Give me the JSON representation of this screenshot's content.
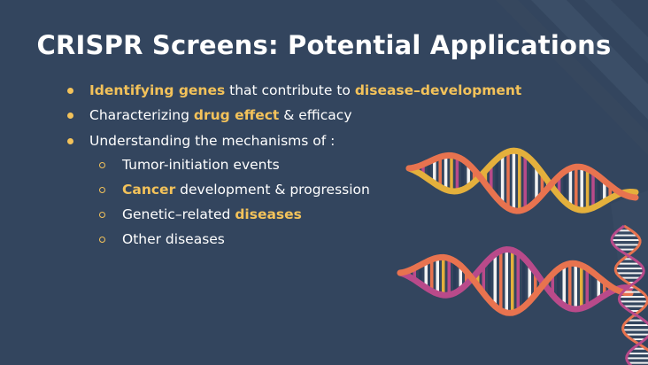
{
  "slide": {
    "title": "CRISPR Screens: Potential Applications",
    "bullets": [
      {
        "parts": [
          {
            "text": "Identifying genes",
            "hl": true
          },
          {
            "text": " that contribute to ",
            "hl": false
          },
          {
            "text": "disease–development",
            "hl": true
          }
        ]
      },
      {
        "parts": [
          {
            "text": "Characterizing ",
            "hl": false
          },
          {
            "text": "drug effect",
            "hl": true
          },
          {
            "text": " & efficacy",
            "hl": false
          }
        ]
      },
      {
        "parts": [
          {
            "text": "Understanding the mechanisms of :",
            "hl": false
          }
        ]
      }
    ],
    "subbullets": [
      {
        "parts": [
          {
            "text": "Tumor-initiation events",
            "hl": false
          }
        ]
      },
      {
        "parts": [
          {
            "text": "Cancer",
            "hl": true
          },
          {
            "text": " development & progression",
            "hl": false
          }
        ]
      },
      {
        "parts": [
          {
            "text": "Genetic–related ",
            "hl": false
          },
          {
            "text": "diseases",
            "hl": true
          }
        ]
      },
      {
        "parts": [
          {
            "text": "Other diseases",
            "hl": false
          }
        ]
      }
    ]
  },
  "colors": {
    "background": "#33455e",
    "accent": "#f3c25a",
    "text": "#ffffff",
    "helix_orange": "#e8734f",
    "helix_gold": "#e4b03c",
    "helix_magenta": "#b94a8a",
    "rung_white": "#f2f2f2",
    "rung_navy": "#2a3c58"
  },
  "illustration": {
    "icon": "dna-double-helix-icon"
  }
}
